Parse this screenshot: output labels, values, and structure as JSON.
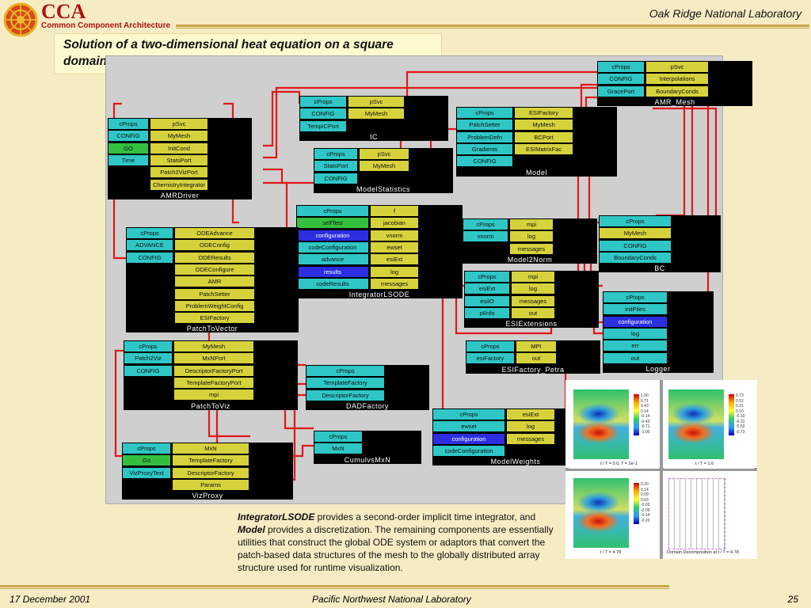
{
  "header": {
    "logo_text": "CCA",
    "logo_subtitle": "Common Component Architecture",
    "organization": "Oak Ridge National Laboratory"
  },
  "title": "Solution of a two-dimensional heat equation on a square domain using an adaptive structured method.",
  "colors": {
    "background": "#f6ecc4",
    "port_cyan": "#2fc6c6",
    "port_yellow": "#d6d23c",
    "port_green": "#34c03e",
    "port_blue": "#2c2ee0",
    "wire_red": "#e21818",
    "logo_red": "#b01010"
  },
  "components": [
    {
      "id": "amr_mesh",
      "name": "AMR_Mesh",
      "ports": [
        [
          "cProps",
          "c"
        ],
        [
          "pSvc",
          "y"
        ],
        [
          "CONFIG",
          "c"
        ],
        [
          "Interpolations",
          "y"
        ],
        [
          "GracePort",
          "c"
        ],
        [
          "BoundaryConds",
          "y"
        ]
      ]
    },
    {
      "id": "ic",
      "name": "IC",
      "ports": [
        [
          "cProps",
          "c"
        ],
        [
          "pSvc",
          "y"
        ],
        [
          "CONFIG",
          "c"
        ],
        [
          "MyMesh",
          "y"
        ],
        [
          "TempICPort",
          "c"
        ]
      ]
    },
    {
      "id": "model",
      "name": "Model",
      "ports": [
        [
          "cProps",
          "c"
        ],
        [
          "ESIFactory",
          "y"
        ],
        [
          "PatchSetter",
          "c"
        ],
        [
          "MyMesh",
          "y"
        ],
        [
          "ProblemDefn",
          "c"
        ],
        [
          "BCPort",
          "y"
        ],
        [
          "Gradients",
          "c"
        ],
        [
          "ESIMatrixFac",
          "y"
        ],
        [
          "CONFIG",
          "c"
        ]
      ]
    },
    {
      "id": "amrdriver",
      "name": "AMRDriver",
      "ports": [
        [
          "cProps",
          "c"
        ],
        [
          "pSvc",
          "y"
        ],
        [
          "CONFIG",
          "c"
        ],
        [
          "MyMesh",
          "y"
        ],
        [
          "GO",
          "g"
        ],
        [
          "InitCond",
          "y"
        ],
        [
          "Time",
          "c"
        ],
        [
          "StatsPort",
          "y"
        ],
        [
          "",
          "x"
        ],
        [
          "Patch2VizPort",
          "y"
        ],
        [
          "",
          "x"
        ],
        [
          "ChemistryIntegrator",
          "y"
        ]
      ]
    },
    {
      "id": "modelstatistics",
      "name": "ModelStatistics",
      "ports": [
        [
          "cProps",
          "c"
        ],
        [
          "pSvc",
          "y"
        ],
        [
          "StatsPort",
          "c"
        ],
        [
          "MyMesh",
          "y"
        ],
        [
          "CONFIG",
          "c"
        ]
      ]
    },
    {
      "id": "integratorlsode",
      "name": "IntegratorLSODE",
      "ports": [
        [
          "cProps",
          "c"
        ],
        [
          "f",
          "y"
        ],
        [
          "selfTest",
          "g"
        ],
        [
          "jacobian",
          "y"
        ],
        [
          "configuration",
          "b"
        ],
        [
          "vnorm",
          "y"
        ],
        [
          "codeConfiguration",
          "c"
        ],
        [
          "ewset",
          "y"
        ],
        [
          "advance",
          "c"
        ],
        [
          "esiExt",
          "y"
        ],
        [
          "results",
          "b"
        ],
        [
          "log",
          "y"
        ],
        [
          "codeResults",
          "c"
        ],
        [
          "messages",
          "y"
        ]
      ]
    },
    {
      "id": "model2norm",
      "name": "Model2Norm",
      "ports": [
        [
          "cProps",
          "c"
        ],
        [
          "mpi",
          "y"
        ],
        [
          "vnorm",
          "c"
        ],
        [
          "log",
          "y"
        ],
        [
          "",
          "x"
        ],
        [
          "messages",
          "y"
        ]
      ]
    },
    {
      "id": "bc",
      "name": "BC",
      "ports": [
        [
          "cProps",
          "c"
        ],
        [
          "MyMesh",
          "y"
        ],
        [
          "CONFIG",
          "c"
        ],
        [
          "BoundaryConds",
          "c"
        ]
      ]
    },
    {
      "id": "patchtovector",
      "name": "PatchToVector",
      "ports": [
        [
          "cProps",
          "c"
        ],
        [
          "ODEAdvance",
          "y"
        ],
        [
          "ADVANCE",
          "c"
        ],
        [
          "ODEConfig",
          "y"
        ],
        [
          "CONFIG",
          "c"
        ],
        [
          "ODEResults",
          "y"
        ],
        [
          "",
          "x"
        ],
        [
          "ODEConfigure",
          "y"
        ],
        [
          "",
          "x"
        ],
        [
          "AMR",
          "y"
        ],
        [
          "",
          "x"
        ],
        [
          "PatchSetter",
          "y"
        ],
        [
          "",
          "x"
        ],
        [
          "ProblemWeightConfig",
          "y"
        ],
        [
          "",
          "x"
        ],
        [
          "ESIFactory",
          "y"
        ]
      ]
    },
    {
      "id": "esiextensions",
      "name": "ESIExtensions",
      "ports": [
        [
          "cProps",
          "c"
        ],
        [
          "mpi",
          "y"
        ],
        [
          "esiExt",
          "c"
        ],
        [
          "log",
          "y"
        ],
        [
          "esiIO",
          "c"
        ],
        [
          "messages",
          "y"
        ],
        [
          "pIInfo",
          "c"
        ],
        [
          "out",
          "y"
        ]
      ]
    },
    {
      "id": "logger",
      "name": "Logger",
      "ports": [
        [
          "cProps",
          "c"
        ],
        [
          "initFiles",
          "c"
        ],
        [
          "configuration",
          "b"
        ],
        [
          "log",
          "c"
        ],
        [
          "err",
          "c"
        ],
        [
          "out",
          "c"
        ]
      ]
    },
    {
      "id": "patchtoviz",
      "name": "PatchToViz",
      "ports": [
        [
          "cProps",
          "c"
        ],
        [
          "MyMesh",
          "y"
        ],
        [
          "Patch2Viz",
          "c"
        ],
        [
          "MxNPort",
          "y"
        ],
        [
          "CONFIG",
          "c"
        ],
        [
          "DescriptorFactoryPort",
          "y"
        ],
        [
          "",
          "x"
        ],
        [
          "TemplateFactoryPort",
          "y"
        ],
        [
          "",
          "x"
        ],
        [
          "mpi",
          "y"
        ]
      ]
    },
    {
      "id": "esifactory_petra",
      "name": "ESIFactory_Petra",
      "ports": [
        [
          "cProps",
          "c"
        ],
        [
          "MPI",
          "y"
        ],
        [
          "esiFactory",
          "c"
        ],
        [
          "out",
          "y"
        ]
      ]
    },
    {
      "id": "dadfactory",
      "name": "DADFactory",
      "ports": [
        [
          "cProps",
          "c"
        ],
        [
          "TemplateFactory",
          "c"
        ],
        [
          "DescriptorFactory",
          "c"
        ]
      ]
    },
    {
      "id": "modelweights",
      "name": "ModelWeights",
      "ports": [
        [
          "cProps",
          "c"
        ],
        [
          "esiExt",
          "y"
        ],
        [
          "ewset",
          "c"
        ],
        [
          "log",
          "y"
        ],
        [
          "configuration",
          "b"
        ],
        [
          "messages",
          "y"
        ],
        [
          "codeConfiguration",
          "c"
        ]
      ]
    },
    {
      "id": "cumulvsmxn",
      "name": "CumulvsMxN",
      "ports": [
        [
          "cProps",
          "c"
        ],
        [
          "MxN",
          "c"
        ]
      ]
    },
    {
      "id": "vizproxy",
      "name": "VizProxy",
      "ports": [
        [
          "cProps",
          "c"
        ],
        [
          "MxN",
          "y"
        ],
        [
          "Go",
          "g"
        ],
        [
          "TemplateFactory",
          "y"
        ],
        [
          "VizProxyText",
          "c"
        ],
        [
          "DescriptorFactory",
          "y"
        ],
        [
          "",
          "x"
        ],
        [
          "Params",
          "y"
        ]
      ]
    }
  ],
  "thumbnails": [
    {
      "caption": "t / T = 0.0, T = 2e-1",
      "scale": [
        "1.00",
        "0.71",
        "0.43",
        "0.14",
        "-0.14",
        "-0.43",
        "-0.71",
        "-1.00"
      ]
    },
    {
      "caption": "t / T = 1.6",
      "scale": [
        "0.73",
        "0.52",
        "0.31",
        "0.10",
        "-0.10",
        "-0.31",
        "-0.52",
        "-0.73"
      ]
    },
    {
      "caption": "t / T = 4.78",
      "scale": [
        "0.20",
        "0.14",
        "0.09",
        "0.03",
        "-0.03",
        "-0.09",
        "-0.14",
        "-0.20"
      ]
    },
    {
      "caption": "Domain Decomposition at t / T = 4.78",
      "scale": []
    }
  ],
  "description": {
    "term1": "IntegratorLSODE",
    "text1": " provides a second-order implicit time integrator, and ",
    "term2": "Model",
    "text2": " provides a discretization. The remaining components are essentially utilities that construct the global ODE system or adaptors that convert the patch-based data structures of the mesh to the globally distributed array structure used for runtime visualization."
  },
  "footer": {
    "date": "17 December 2001",
    "lab": "Pacific Northwest National Laboratory",
    "page": "25"
  }
}
